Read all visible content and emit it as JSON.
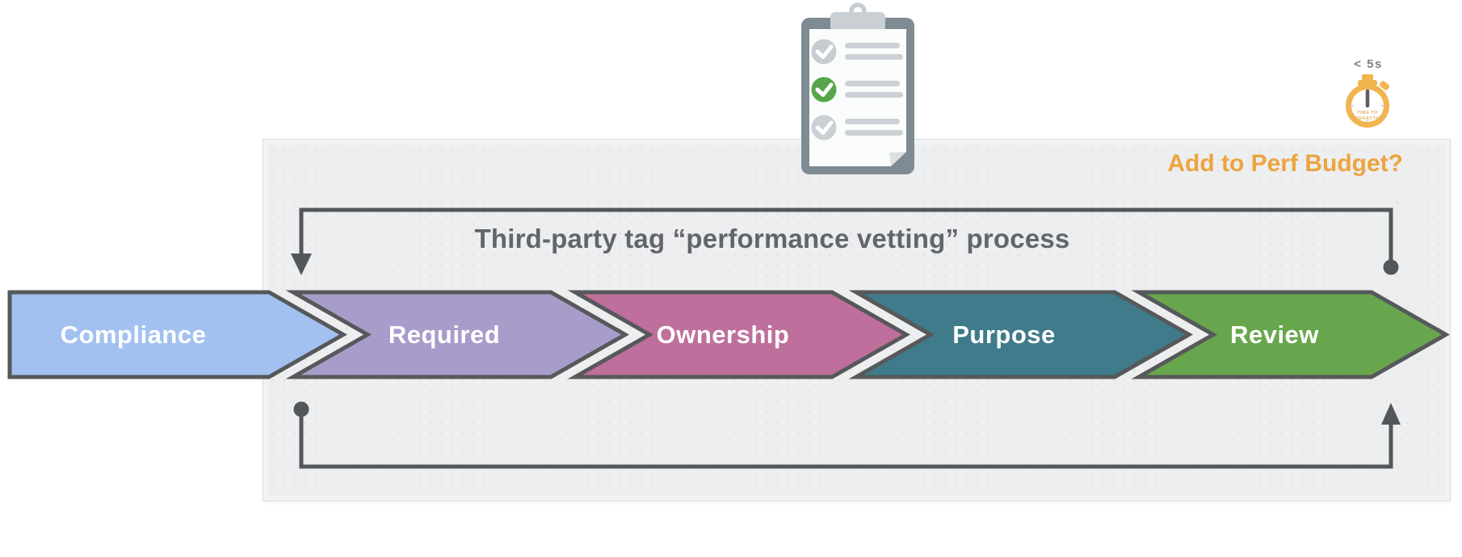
{
  "diagram": {
    "title": "Third-party tag “performance vetting” process",
    "perf_budget_label": "Add to Perf Budget?",
    "stages": [
      {
        "label": "Compliance",
        "fill": "#A3C1F0"
      },
      {
        "label": "Required",
        "fill": "#A89CCA"
      },
      {
        "label": "Ownership",
        "fill": "#BF6F9C"
      },
      {
        "label": "Purpose",
        "fill": "#3F7B8A"
      },
      {
        "label": "Review",
        "fill": "#68A64E"
      }
    ],
    "colors": {
      "stage_stroke": "#56585A",
      "arrow": "#54575A",
      "panel_background": "#EDEEEF",
      "panel_dots": "#DEE0E3",
      "title_text": "#626569",
      "perf_budget_text": "#EDA43F"
    }
  },
  "stopwatch": {
    "time_label": "< 5s",
    "dial_label_line1": "TIME TO",
    "dial_label_line2": "INTERACTIVE",
    "ring_color": "#F1B44F",
    "needle_color": "#5A5D61"
  },
  "clipboard": {
    "frame_color": "#7E8B93",
    "paper_color": "#FBFCFC",
    "line_color": "#CCD1D5",
    "items": [
      {
        "checked": true,
        "accent": "#C7CCD1"
      },
      {
        "checked": true,
        "accent": "#57A54B"
      },
      {
        "checked": true,
        "accent": "#CBD0D4"
      }
    ]
  }
}
